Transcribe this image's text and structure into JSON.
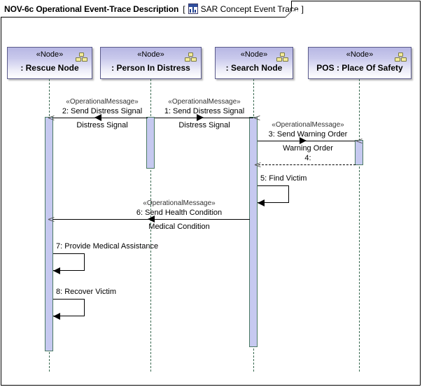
{
  "frame": {
    "title": "NOV-6c Operational Event-Trace Description",
    "bracket_open": "[",
    "bracket_close": "]",
    "diagram_name": "SAR Concept Event Trace",
    "icon": "nov-document-icon"
  },
  "stereotype": "«Node»",
  "lifelines": [
    {
      "id": "rescue",
      "stereotype": "«Node»",
      "name": ": Rescue Node",
      "icon": "node-icon"
    },
    {
      "id": "person",
      "stereotype": "«Node»",
      "name": ": Person In Distress",
      "icon": "node-icon"
    },
    {
      "id": "search",
      "stereotype": "«Node»",
      "name": ": Search Node",
      "icon": "node-icon"
    },
    {
      "id": "pos",
      "stereotype": "«Node»",
      "name": "POS : Place Of Safety",
      "icon": "node-icon"
    }
  ],
  "messages": [
    {
      "seq": "1",
      "stereotype": "«OperationalMessage»",
      "label": "1: Send Distress Signal",
      "signal": "Distress Signal",
      "from": "person",
      "to": "search",
      "kind": "synchronous",
      "direction": "right"
    },
    {
      "seq": "2",
      "stereotype": "«OperationalMessage»",
      "label": "2: Send Distress Signal",
      "signal": "Distress Signal",
      "from": "person",
      "to": "rescue",
      "kind": "synchronous",
      "direction": "left"
    },
    {
      "seq": "3",
      "stereotype": "«OperationalMessage»",
      "label": "3: Send Warning Order",
      "signal": "Warning Order",
      "from": "search",
      "to": "pos",
      "kind": "synchronous",
      "direction": "right"
    },
    {
      "seq": "4",
      "stereotype": "",
      "label": "4:",
      "signal": "",
      "from": "pos",
      "to": "search",
      "kind": "return",
      "direction": "left"
    },
    {
      "seq": "5",
      "stereotype": "",
      "label": "5: Find Victim",
      "signal": "",
      "from": "search",
      "to": "search",
      "kind": "self",
      "direction": "self"
    },
    {
      "seq": "6",
      "stereotype": "«OperationalMessage»",
      "label": "6: Send Health Condition",
      "signal": "Medical Condition",
      "from": "search",
      "to": "rescue",
      "kind": "synchronous",
      "direction": "left"
    },
    {
      "seq": "7",
      "stereotype": "",
      "label": "7: Provide Medical Assistance",
      "signal": "",
      "from": "rescue",
      "to": "rescue",
      "kind": "self",
      "direction": "self"
    },
    {
      "seq": "8",
      "stereotype": "",
      "label": "8: Recover Victim",
      "signal": "",
      "from": "rescue",
      "to": "rescue",
      "kind": "self",
      "direction": "self"
    }
  ],
  "colors": {
    "node_fill_top": "#b7b7e4",
    "node_fill_bottom": "#ffffff",
    "node_border": "#5a5a8a",
    "activation_fill": "#c6c9f0",
    "activation_border": "#4b7a63",
    "lifeline": "#3b6b52",
    "message_line": "#000000",
    "node_glyph": "#f5ec9a"
  }
}
